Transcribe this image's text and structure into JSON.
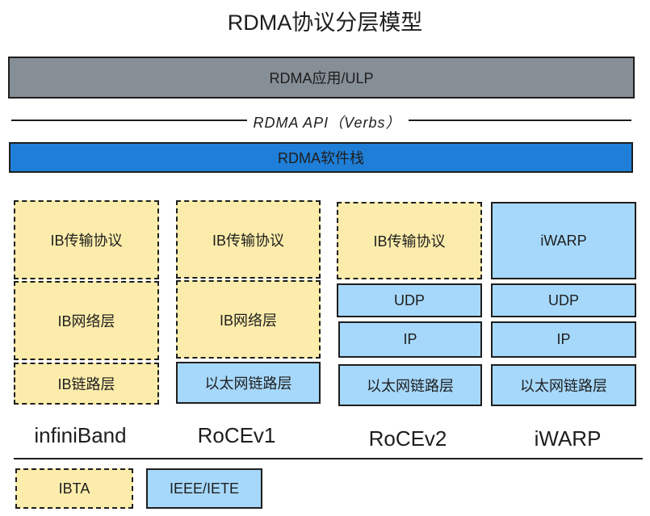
{
  "title": "RDMA协议分层模型",
  "app_layer": "RDMA应用/ULP",
  "api_label": "RDMA API（Verbs）",
  "software_stack": "RDMA软件栈",
  "columns": {
    "infiniband": {
      "name": "infiniBand",
      "transport": "IB传输协议",
      "network": "IB网络层",
      "link": "IB链路层"
    },
    "rocev1": {
      "name": "RoCEv1",
      "transport": "IB传输协议",
      "network": "IB网络层",
      "link": "以太网链路层"
    },
    "rocev2": {
      "name": "RoCEv2",
      "transport": "IB传输协议",
      "udp": "UDP",
      "ip": "IP",
      "link": "以太网链路层"
    },
    "iwarp": {
      "name": "iWARP",
      "transport": "iWARP",
      "udp": "UDP",
      "ip": "IP",
      "link": "以太网链路层"
    }
  },
  "legend": {
    "ibta": "IBTA",
    "ieee": "IEEE/IETE"
  },
  "colors": {
    "app_gray": "#868e96",
    "stack_blue": "#1f7fd8",
    "ibta_yellow": "#fcecab",
    "ieee_blue": "#a6d8fb"
  }
}
